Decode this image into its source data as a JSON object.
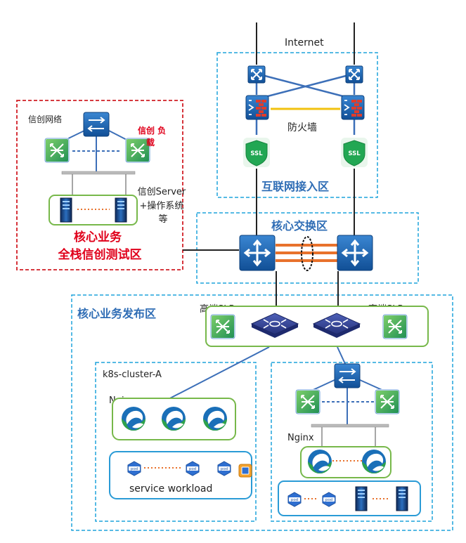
{
  "labels": {
    "internet": "Internet",
    "firewall": "防火墙",
    "internet_zone": "互联网接入区",
    "xinchuang_network": "信创网络",
    "xinchuang_lb": "信创 负载",
    "xinchuang_server_line1": "信创Server",
    "xinchuang_server_line2": "+操作系统",
    "xinchuang_server_line3": "等",
    "core_business_line1": "核心业务",
    "core_business_line2": "全栈信创测试区",
    "core_switch_zone": "核心交换区",
    "publish_zone": "核心业务发布区",
    "slb_left": "高端SLB",
    "slb_right": "高端SLB",
    "k8s_cluster": "k8s-cluster-A",
    "nginx_left": "Nginx",
    "nginx_right": "Nginx",
    "service_workload": "service workload",
    "ssl": "SSL",
    "pod": "pod"
  },
  "colors": {
    "zone_border_blue": "#1fa3dc",
    "zone_border_red": "#d11f26",
    "zone_title_blue": "#2f6db5",
    "zone_title_red": "#e0001b",
    "device_blue": "#1f63ad",
    "device_green": "#2ea24a",
    "ssl_green": "#22a753",
    "firewall_red": "#e03c2c",
    "link_blue": "#3c6fb8",
    "link_yellow": "#f2c20f",
    "link_orange": "#e8722c",
    "group_green": "#77b84a",
    "group_blue": "#2a9bd6"
  },
  "icons": {
    "router": "router-icon",
    "firewall": "firewall-icon",
    "ssl": "ssl-shield-icon",
    "core_switch": "core-switch-icon",
    "layer2_switch": "switch-icon",
    "load_balancer": "load-balancer-icon",
    "slb_device": "slb-device-icon",
    "server": "server-icon",
    "nginx": "nginx-icon",
    "pod": "pod-icon",
    "vm": "vm-icon"
  }
}
